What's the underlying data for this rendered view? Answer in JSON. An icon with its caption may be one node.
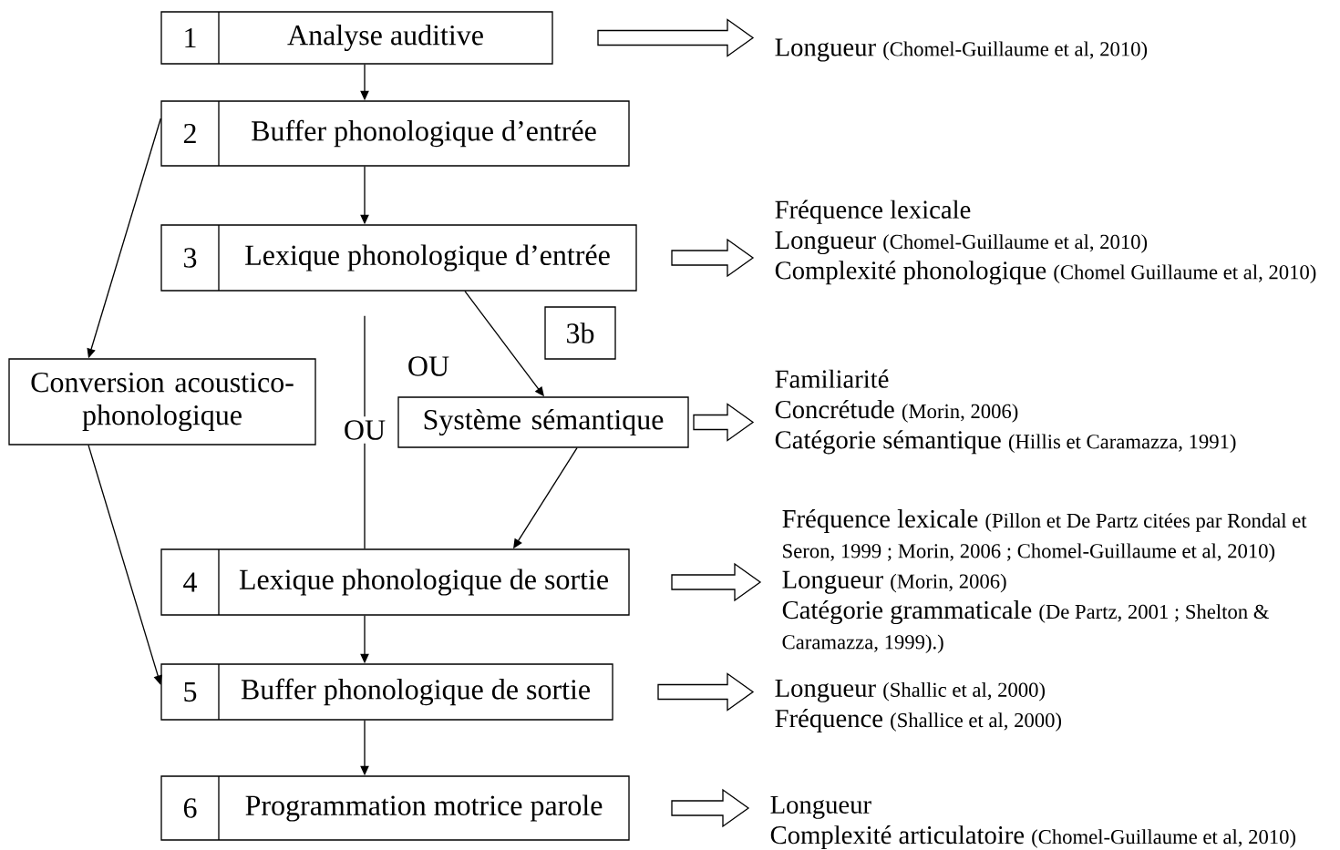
{
  "diagram": {
    "nodes": [
      {
        "text": [
          "1",
          "Analyse auditive"
        ]
      },
      {
        "text": [
          "2",
          "Buffer phonologique d’entrée"
        ]
      },
      {
        "text": [
          "3",
          "Lexique phonologique d’entrée"
        ]
      },
      {
        "text": [
          "3b"
        ]
      },
      {
        "text": [
          "Conversion acoustico-phonologique"
        ]
      },
      {
        "text": [
          "Système sémantique"
        ]
      },
      {
        "text": [
          "4",
          "Lexique phonologique de sortie"
        ]
      },
      {
        "text": [
          "5",
          "Buffer phonologique de sortie"
        ]
      },
      {
        "text": [
          "6",
          "Programmation motrice parole"
        ]
      },
      {
        "text": [
          "Longueur",
          "(Chomel-Guillaume et al, 2010)"
        ]
      },
      {
        "text": [
          "Fréquence lexicale",
          "Longueur",
          "(Chomel-Guillaume et al, 2010)",
          "Complexité phonologique",
          "(Chomel Guillaume et al, 2010)"
        ]
      },
      {
        "text": [
          "Familiarité",
          "Concrétude",
          "(Morin, 2006)",
          "Catégorie sémantique",
          "(Hillis et Caramazza, 1991)"
        ]
      },
      {
        "text": [
          "Fréquence lexicale",
          "(Pillon et De Partz citées par Rondal et Seron, 1999 ; Morin, 2006 ; Chomel-Guillaume et al, 2010)",
          "Longueur",
          "(Morin, 2006)",
          "Catégorie grammaticale",
          "(De Partz, 2001 ; Shelton & Caramazza, 1999).)"
        ]
      },
      {
        "text": [
          "Longueur",
          "(Shallic et al, 2000)",
          "Fréquence",
          "(Shallice et al, 2000)"
        ]
      },
      {
        "text": [
          "Longueur",
          "Complexité articulatoire",
          "(Chomel-Guillaume et al, 2010)"
        ]
      }
    ],
    "edges": [
      {
        "from": 0,
        "to": 1,
        "arrow": "to"
      },
      {
        "from": 1,
        "to": 2,
        "arrow": "to"
      },
      {
        "from": 1,
        "to": 4,
        "arrow": "to"
      },
      {
        "from": 2,
        "to": 5,
        "arrow": "to"
      },
      {
        "from": 5,
        "to": 6,
        "arrow": "to"
      },
      {
        "from": 4,
        "to": 7,
        "arrow": "to"
      },
      {
        "from": 6,
        "to": 7,
        "arrow": "to"
      },
      {
        "from": 7,
        "to": 8,
        "arrow": "to"
      },
      {
        "from": 2,
        "to": 6,
        "arrow": "none",
        "label": "OU"
      },
      {
        "from": 0,
        "to": 9,
        "arrow": "to"
      },
      {
        "from": 2,
        "to": 10,
        "arrow": "to"
      },
      {
        "from": 5,
        "to": 11,
        "arrow": "to"
      },
      {
        "from": 6,
        "to": 12,
        "arrow": "to"
      },
      {
        "from": 7,
        "to": 13,
        "arrow": "to"
      },
      {
        "from": 8,
        "to": 14,
        "arrow": "to"
      }
    ],
    "labels": [
      "OU"
    ]
  }
}
